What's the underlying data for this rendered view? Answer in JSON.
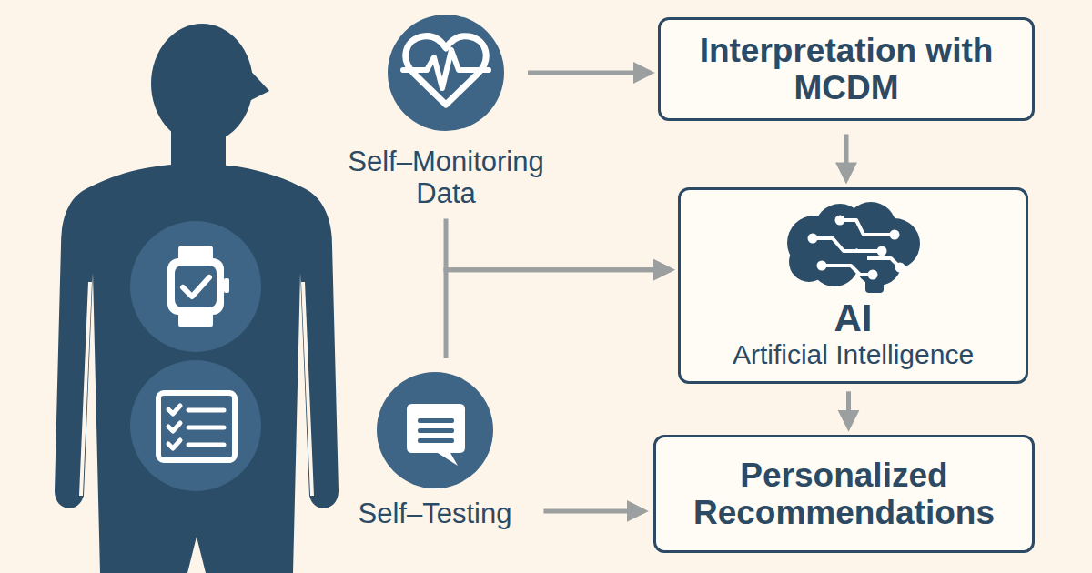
{
  "diagram": {
    "nodes": [
      {
        "text": [
          "Self–Monitoring Data"
        ]
      },
      {
        "text": [
          "Interpretation with MCDM"
        ]
      },
      {
        "text": [
          "AI",
          "Artificial Intelligence"
        ]
      },
      {
        "text": [
          "Self–Testing"
        ]
      },
      {
        "text": [
          "Personalized Recommendations"
        ]
      }
    ],
    "edges": [
      {
        "from": 0,
        "to": 1,
        "arrow": "to"
      },
      {
        "from": 1,
        "to": 2,
        "arrow": "to"
      },
      {
        "from": 0,
        "to": 2,
        "arrow": "to"
      },
      {
        "from": 3,
        "to": 2,
        "arrow": "to"
      },
      {
        "from": 2,
        "to": 4,
        "arrow": "to"
      },
      {
        "from": 3,
        "to": 4,
        "arrow": "to"
      }
    ]
  }
}
